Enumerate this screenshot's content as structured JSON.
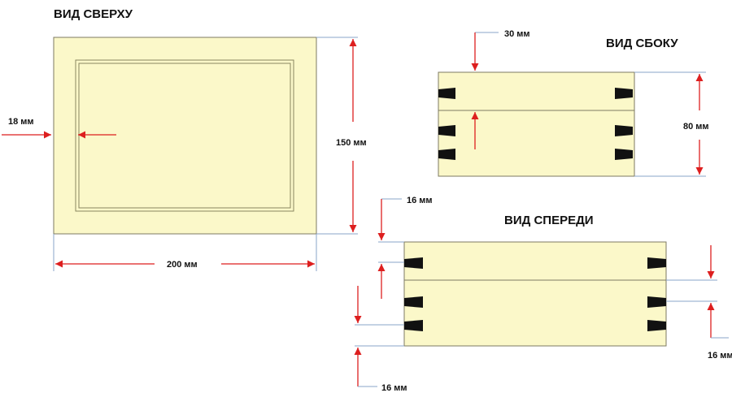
{
  "views": {
    "top": {
      "title": "ВИД СВЕРХУ"
    },
    "side": {
      "title": "ВИД СБОКУ"
    },
    "front": {
      "title": "ВИД СПЕРЕДИ"
    }
  },
  "dimensions": {
    "top_width": "200 мм",
    "top_depth": "150 мм",
    "top_border": "18 мм",
    "side_height": "80 мм",
    "side_lid": "30 мм",
    "front_top": "16 мм",
    "front_bottom": "16 мм",
    "front_right": "16 мм"
  },
  "colors": {
    "wood": "#fbf8c9",
    "wood_edge": "#7d7a62",
    "dimension_line": "#8aa4c8",
    "arrow": "#dd1f1f",
    "hinge": "#111111",
    "text": "#111111"
  }
}
